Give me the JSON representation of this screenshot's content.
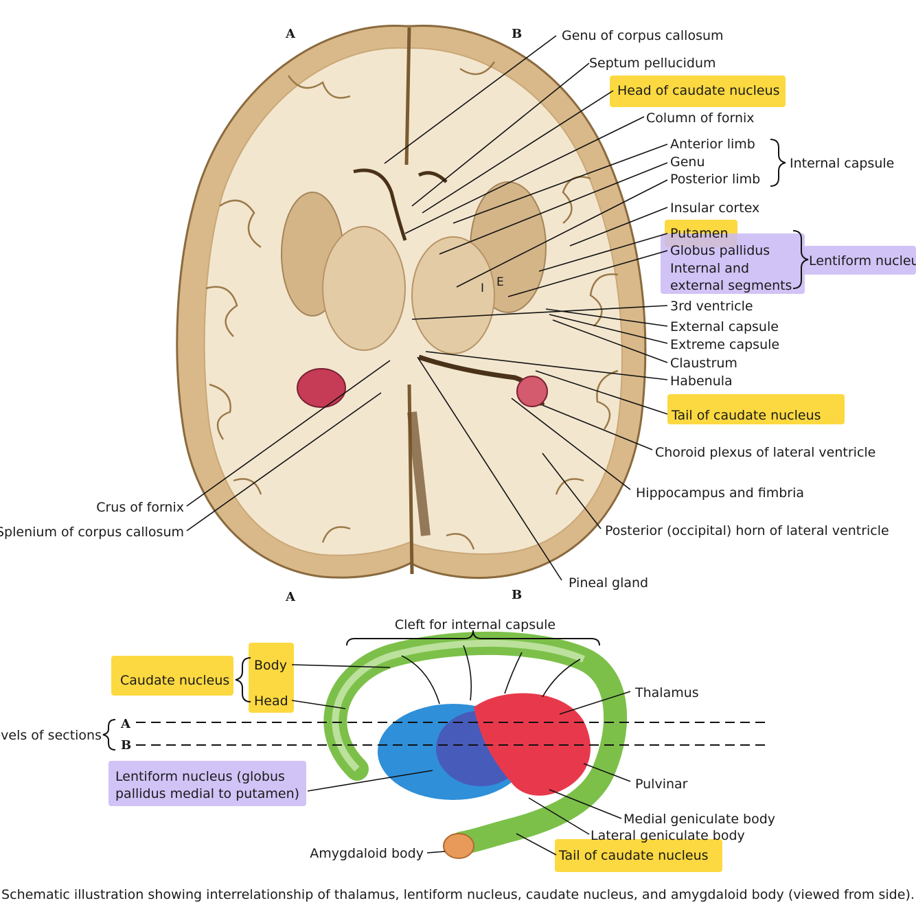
{
  "section_markers": {
    "a": "A",
    "b": "B"
  },
  "brain_labels": {
    "genu_cc": "Genu of corpus callosum",
    "septum": "Septum pellucidum",
    "head_caudate": "Head of caudate nucleus",
    "column_fornix": "Column of fornix",
    "anterior_limb": "Anterior limb",
    "genu": "Genu",
    "posterior_limb": "Posterior limb",
    "internal_capsule": "Internal capsule",
    "insular_cortex": "Insular cortex",
    "putamen": "Putamen",
    "globus_pallidus": "Globus pallidus",
    "internal_and": "Internal and",
    "external_segments": "external segments",
    "lentiform_nucleus": "Lentiform nucleus",
    "third_ventricle": "3rd ventricle",
    "external_capsule": "External capsule",
    "extreme_capsule": "Extreme capsule",
    "claustrum": "Claustrum",
    "habenula": "Habenula",
    "tail_caudate": "Tail of caudate nucleus",
    "choroid_plexus": "Choroid plexus of lateral ventricle",
    "hippocampus": "Hippocampus and fimbria",
    "posterior_horn": "Posterior (occipital) horn of lateral ventricle",
    "pineal": "Pineal gland",
    "crus_fornix": "Crus of fornix",
    "splenium": "Splenium of corpus callosum",
    "mark_i": "I",
    "mark_e": "E"
  },
  "schematic_labels": {
    "cleft": "Cleft for internal capsule",
    "caudate_nucleus": "Caudate nucleus",
    "body": "Body",
    "head": "Head",
    "thalamus": "Thalamus",
    "levels": "Levels of sections",
    "level_a": "A",
    "level_b": "B",
    "lentiform_line1": "Lentiform nucleus (globus",
    "lentiform_line2": "pallidus medial to putamen)",
    "pulvinar": "Pulvinar",
    "medial_geniculate": "Medial geniculate body",
    "lateral_geniculate": "Lateral geniculate body",
    "amygdaloid": "Amygdaloid body",
    "tail_caudate": "Tail of caudate nucleus"
  },
  "caption": "Schematic illustration showing interrelationship of thalamus, lentiform nucleus, caudate nucleus, and amygdaloid body (viewed from side).",
  "colors": {
    "highlight_yellow": "#fcd21e",
    "highlight_purple": "#c9b8f5",
    "caudate_green": "#7cc04a",
    "lentiform_blue": "#2f8fd8",
    "globus_blue": "#4a55b8",
    "thalamus_red": "#e8394c",
    "amygdala_orange": "#e89a5a",
    "brain_white_matter": "#f3e6cf",
    "brain_gray_matter": "#d9b98a"
  }
}
